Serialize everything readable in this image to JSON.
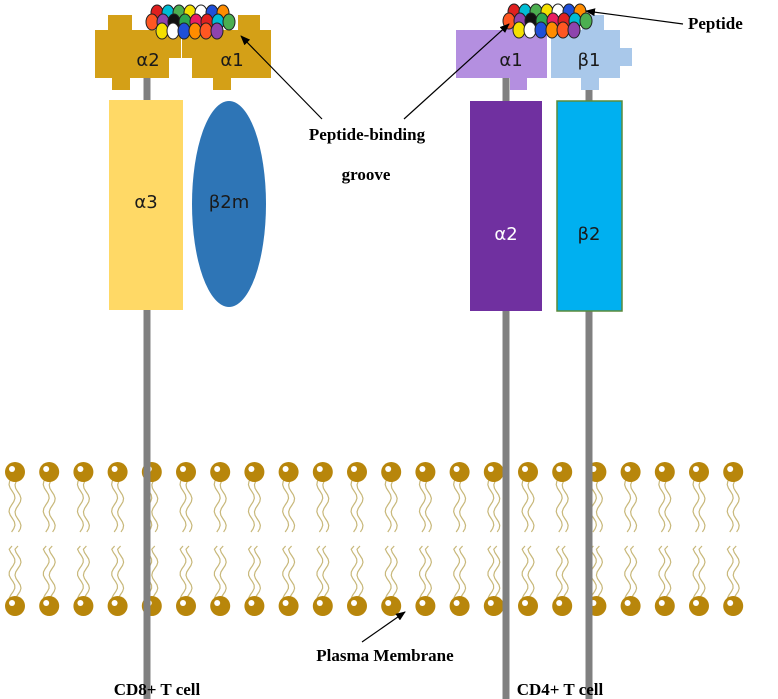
{
  "colors": {
    "class1_alpha12": "#d4a017",
    "class1_alpha3": "#ffd966",
    "beta2m": "#2e75b6",
    "class2_alpha1": "#b48fe0",
    "class2_beta1": "#a9c8ea",
    "class2_alpha2": "#7030a0",
    "class2_beta2": "#00b0f0",
    "stalk": "#808080",
    "lipid_head": "#b8860b",
    "lipid_tail": "#c8b87a"
  },
  "peptide_colors": [
    "#e02020",
    "#1f4fd8",
    "#2fa84f",
    "#f5e000",
    "#8e44ad",
    "#00bcd4",
    "#ff8c00",
    "#e91e63",
    "#ffffff",
    "#111111",
    "#4caf50",
    "#ff5722"
  ],
  "class1": {
    "alpha2": "α2",
    "alpha1": "α1",
    "alpha3": "α3",
    "beta2m": "β2m",
    "caption": "CD8+ T cell"
  },
  "class2": {
    "alpha1": "α1",
    "beta1": "β1",
    "alpha2": "α2",
    "beta2": "β2",
    "caption": "CD4+ T cell"
  },
  "annotations": {
    "peptide": "Peptide",
    "groove_line1": "Peptide-binding",
    "groove_line2": "groove",
    "membrane": "Plasma Membrane"
  }
}
